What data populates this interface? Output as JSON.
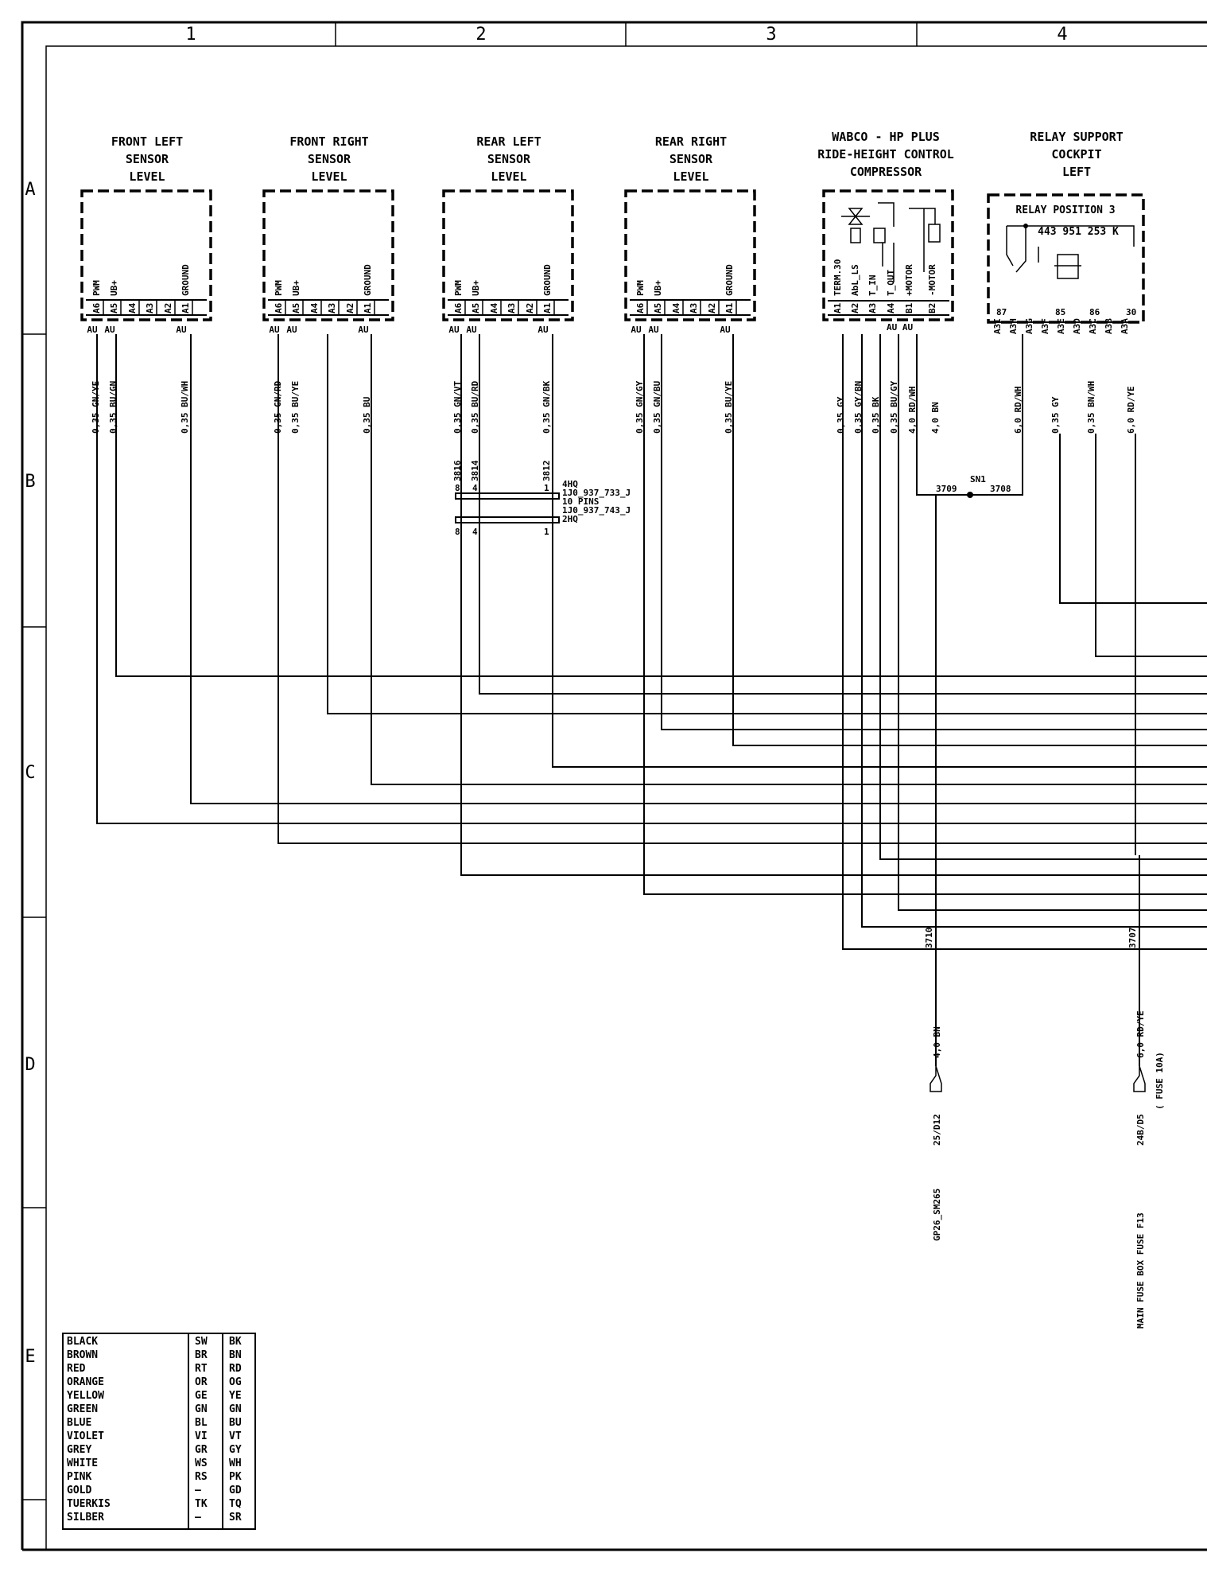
{
  "columns": [
    "1",
    "2",
    "3",
    "4"
  ],
  "rows": [
    "A",
    "B",
    "C",
    "D",
    "E"
  ],
  "sensors": [
    {
      "title": [
        "FRONT LEFT",
        "SENSOR",
        "LEVEL"
      ],
      "pins": [
        {
          "n": "A6",
          "f": "PWM"
        },
        {
          "n": "A5",
          "f": "UB+"
        },
        {
          "n": "A4",
          "f": ""
        },
        {
          "n": "A3",
          "f": ""
        },
        {
          "n": "A2",
          "f": ""
        },
        {
          "n": "A1",
          "f": "GROUND"
        }
      ],
      "wires": [
        "0,35 GN/YE",
        "0,35 BU/GN",
        "0,35 BU/WH"
      ]
    },
    {
      "title": [
        "FRONT RIGHT",
        "SENSOR",
        "LEVEL"
      ],
      "pins": [
        {
          "n": "A6",
          "f": "PWM"
        },
        {
          "n": "A5",
          "f": "UB+"
        },
        {
          "n": "A4",
          "f": ""
        },
        {
          "n": "A3",
          "f": ""
        },
        {
          "n": "A2",
          "f": ""
        },
        {
          "n": "A1",
          "f": "GROUND"
        }
      ],
      "wires": [
        "0,35 GN/RD",
        "0,35 BU/YE",
        "0,35 BU"
      ]
    },
    {
      "title": [
        "REAR LEFT",
        "SENSOR",
        "LEVEL"
      ],
      "pins": [
        {
          "n": "A6",
          "f": "PWM"
        },
        {
          "n": "A5",
          "f": "UB+"
        },
        {
          "n": "A4",
          "f": ""
        },
        {
          "n": "A3",
          "f": ""
        },
        {
          "n": "A2",
          "f": ""
        },
        {
          "n": "A1",
          "f": "GROUND"
        }
      ],
      "wires": [
        "0,35 GN/VT",
        "0,35 BU/RD",
        "0,35 GN/BK"
      ]
    },
    {
      "title": [
        "REAR RIGHT",
        "SENSOR",
        "LEVEL"
      ],
      "pins": [
        {
          "n": "A6",
          "f": "PWM"
        },
        {
          "n": "A5",
          "f": "UB+"
        },
        {
          "n": "A4",
          "f": ""
        },
        {
          "n": "A3",
          "f": ""
        },
        {
          "n": "A2",
          "f": ""
        },
        {
          "n": "A1",
          "f": "GROUND"
        }
      ],
      "wires": [
        "0,35 GN/GY",
        "0,35 GN/BU",
        "0,35 BU/YE"
      ]
    }
  ],
  "wire_tag": "AU",
  "connector": {
    "ids": [
      "3816",
      "3814",
      "3812"
    ],
    "labels": [
      "4HQ",
      "1J0_937_733_J",
      "10 PINS",
      "1J0_937_743_J",
      "2HQ"
    ],
    "pins": [
      "8",
      "4",
      "1"
    ]
  },
  "compressor": {
    "title": [
      "WABCO - HP PLUS",
      "RIDE-HEIGHT CONTROL",
      "COMPRESSOR"
    ],
    "pins": [
      {
        "n": "A1",
        "f": "TERM.30"
      },
      {
        "n": "A2",
        "f": "AbL_LS"
      },
      {
        "n": "A3",
        "f": "T_IN"
      },
      {
        "n": "A4",
        "f": "T_OUT"
      },
      {
        "n": "B1",
        "f": "+MOTOR"
      },
      {
        "n": "B2",
        "f": "-MOTOR"
      }
    ],
    "wires": [
      "0,35 GY",
      "0,35 GY/BN",
      "0,35 BK",
      "0,35 BU/GY",
      "4,0 RD/WH",
      "4,0 BN"
    ]
  },
  "relay": {
    "title": [
      "RELAY SUPPORT",
      "COCKPIT",
      "LEFT"
    ],
    "position": "RELAY POSITION 3",
    "part": "443 951 253 K",
    "terms": [
      "87",
      "85",
      "86",
      "30"
    ],
    "pins": [
      "A3I",
      "A3H",
      "A3G",
      "A3F",
      "A3E",
      "A3D",
      "A3C",
      "A3B",
      "A3A"
    ],
    "wires": [
      "6,0 RD/WH",
      "0,35 GY",
      "0,35 BN/WH",
      "6,0 RD/YE"
    ]
  },
  "splice": {
    "name": "SN1",
    "left": "3709",
    "right": "3708"
  },
  "ground_out": {
    "id": "3710",
    "wire": "4,0 BN",
    "ref": "25/D12",
    "dest": "GP26_SM265"
  },
  "fuse_out": {
    "id": "3707",
    "wire": "6,0 RD/YE",
    "ref": "24B/D5",
    "dest": "MAIN FUSE BOX  FUSE F13",
    "fuse": "( FUSE    10A)"
  },
  "color_legend": [
    {
      "name": "BLACK",
      "de": "SW",
      "en": "BK"
    },
    {
      "name": "BROWN",
      "de": "BR",
      "en": "BN"
    },
    {
      "name": "RED",
      "de": "RT",
      "en": "RD"
    },
    {
      "name": "ORANGE",
      "de": "OR",
      "en": "OG"
    },
    {
      "name": "YELLOW",
      "de": "GE",
      "en": "YE"
    },
    {
      "name": "GREEN",
      "de": "GN",
      "en": "GN"
    },
    {
      "name": "BLUE",
      "de": "BL",
      "en": "BU"
    },
    {
      "name": "VIOLET",
      "de": "VI",
      "en": "VT"
    },
    {
      "name": "GREY",
      "de": "GR",
      "en": "GY"
    },
    {
      "name": "WHITE",
      "de": "WS",
      "en": "WH"
    },
    {
      "name": "PINK",
      "de": "RS",
      "en": "PK"
    },
    {
      "name": "GOLD",
      "de": "—",
      "en": "GD"
    },
    {
      "name": "TUERKIS",
      "de": "TK",
      "en": "TQ"
    },
    {
      "name": "SILBER",
      "de": "—",
      "en": "SR"
    }
  ]
}
